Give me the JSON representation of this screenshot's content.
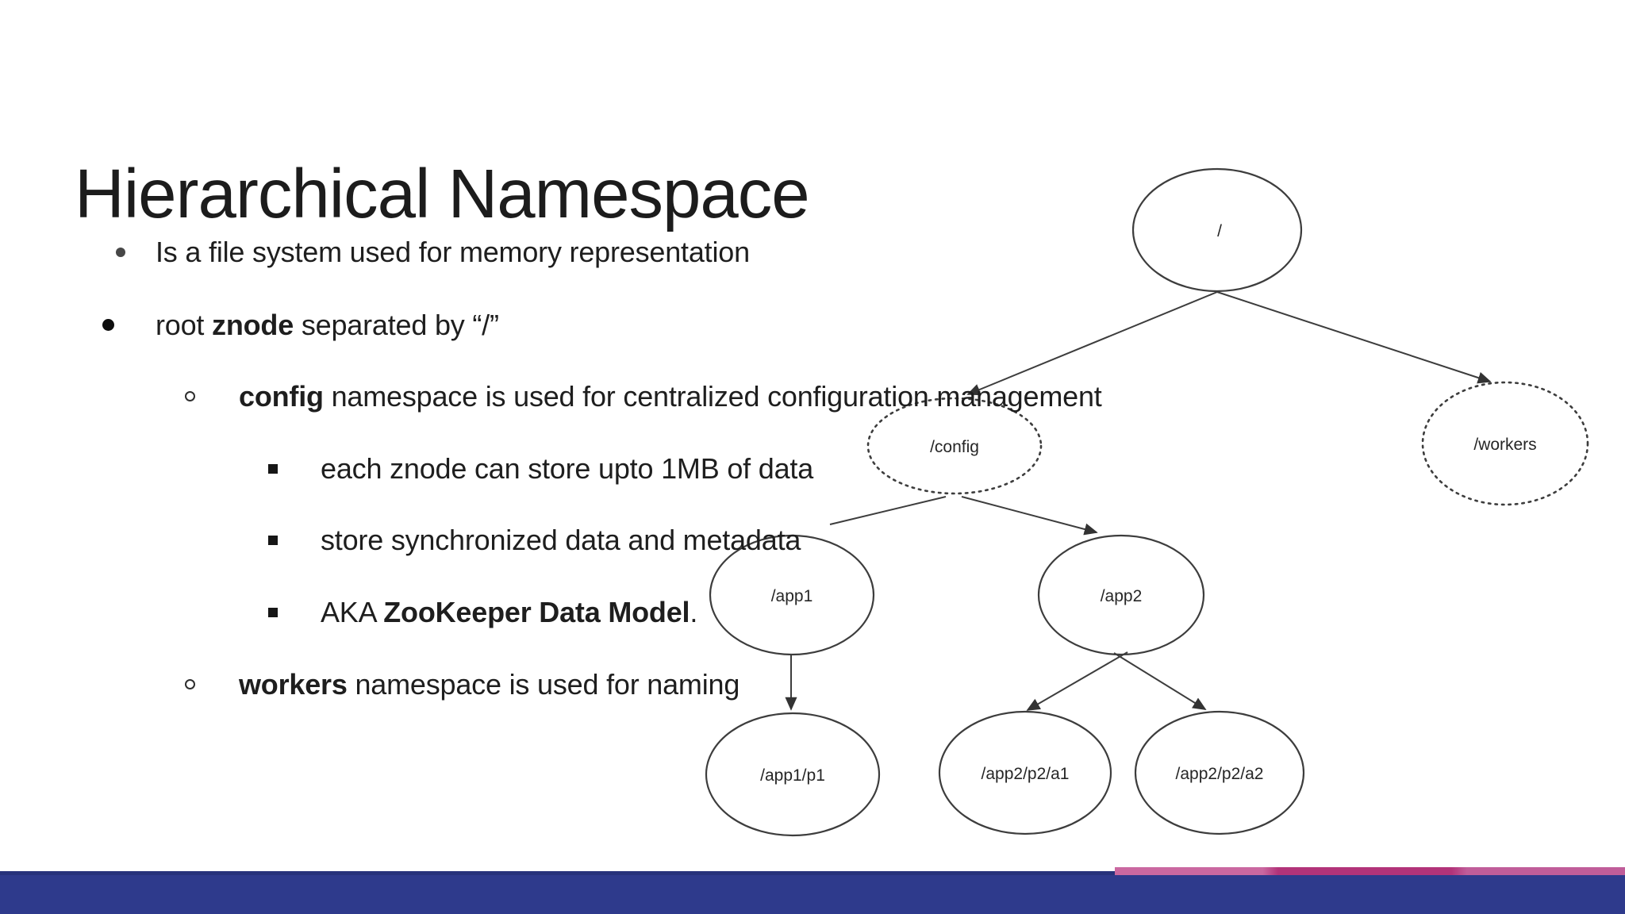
{
  "slide": {
    "title": "Hierarchical Namespace",
    "bullets": [
      {
        "level": 1,
        "marker": "dot",
        "segments": [
          {
            "text": "Is a file system used for memory representation",
            "bold": false
          }
        ]
      },
      {
        "level": 1,
        "marker": "dot",
        "segments": [
          {
            "text": "root ",
            "bold": false
          },
          {
            "text": "znode",
            "bold": true
          },
          {
            "text": " separated by “/”",
            "bold": false
          }
        ]
      },
      {
        "level": 2,
        "marker": "circle",
        "segments": [
          {
            "text": "config",
            "bold": true
          },
          {
            "text": " namespace is used for centralized configuration management",
            "bold": false
          }
        ]
      },
      {
        "level": 3,
        "marker": "square",
        "segments": [
          {
            "text": "each znode can store upto 1MB of data",
            "bold": false
          }
        ]
      },
      {
        "level": 3,
        "marker": "square",
        "segments": [
          {
            "text": "store synchronized data and metadata",
            "bold": false
          }
        ]
      },
      {
        "level": 3,
        "marker": "square",
        "segments": [
          {
            "text": "AKA ",
            "bold": false
          },
          {
            "text": "ZooKeeper Data Model",
            "bold": true
          },
          {
            "text": ".",
            "bold": false
          }
        ]
      },
      {
        "level": 2,
        "marker": "circle",
        "segments": [
          {
            "text": "workers",
            "bold": true
          },
          {
            "text": " namespace is used for naming",
            "bold": false
          }
        ]
      }
    ]
  },
  "diagram": {
    "type": "tree",
    "stroke_color": "#3d3d3d",
    "nodes": [
      {
        "label": "/",
        "style": "solid"
      },
      {
        "label": "/config",
        "style": "dotted"
      },
      {
        "label": "/workers",
        "style": "dotted"
      },
      {
        "label": "/app1",
        "style": "solid"
      },
      {
        "label": "/app2",
        "style": "solid"
      },
      {
        "label": "/app1/p1",
        "style": "solid"
      },
      {
        "label": "/app2/p2/a1",
        "style": "solid"
      },
      {
        "label": "/app2/p2/a2",
        "style": "solid"
      }
    ],
    "edges": [
      {
        "from": "/",
        "to": "/config"
      },
      {
        "from": "/",
        "to": "/workers"
      },
      {
        "from": "/config",
        "to": "/app1"
      },
      {
        "from": "/config",
        "to": "/app2"
      },
      {
        "from": "/app1",
        "to": "/app1/p1"
      },
      {
        "from": "/app2",
        "to": "/app2/p2/a1"
      },
      {
        "from": "/app2",
        "to": "/app2/p2/a2"
      }
    ]
  },
  "footer": {
    "bar_color": "#2e3a8c",
    "bar_top_line_color": "#27327b",
    "accent_colors": [
      "#ca68a0",
      "#b23379",
      "#c05d99"
    ]
  }
}
